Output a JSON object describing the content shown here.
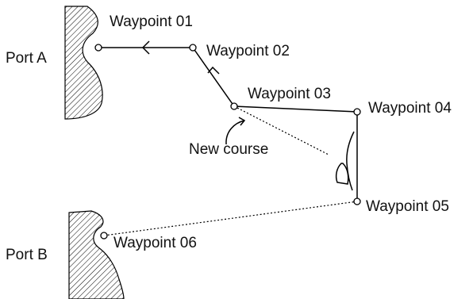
{
  "ports": {
    "a": {
      "label": "Port A"
    },
    "b": {
      "label": "Port B"
    }
  },
  "waypoints": [
    {
      "id": "01",
      "label": "Waypoint 01"
    },
    {
      "id": "02",
      "label": "Waypoint 02"
    },
    {
      "id": "03",
      "label": "Waypoint 03"
    },
    {
      "id": "04",
      "label": "Waypoint 04"
    },
    {
      "id": "05",
      "label": "Waypoint 05"
    },
    {
      "id": "06",
      "label": "Waypoint 06"
    }
  ],
  "annotations": {
    "new_course": "New course"
  },
  "colors": {
    "ink": "#000000",
    "background": "#ffffff"
  }
}
